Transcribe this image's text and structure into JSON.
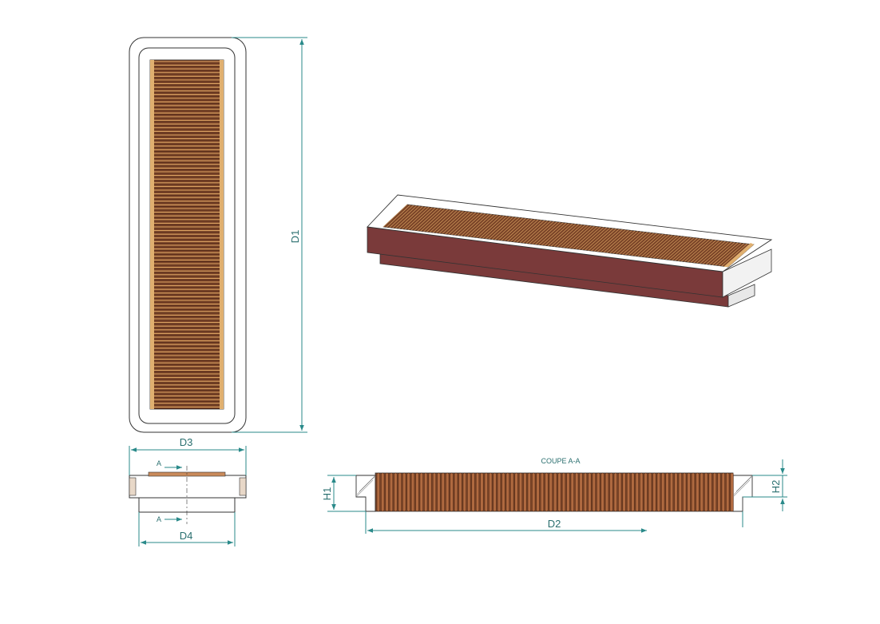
{
  "labels": {
    "d1": "D1",
    "d2": "D2",
    "d3": "D3",
    "d4": "D4",
    "h1": "H1",
    "h2": "H2",
    "section_a_top": "A",
    "section_a_bottom": "A",
    "section_title": "COUPE A-A"
  },
  "colors": {
    "dimension": "#2a8a8a",
    "housing": "#7a3a3a",
    "contacts_dark": "#6b3a24",
    "contacts_light": "#d8a060",
    "outline": "#333333"
  },
  "icons": {
    "dimension_arrow": "arrowhead-icon"
  }
}
